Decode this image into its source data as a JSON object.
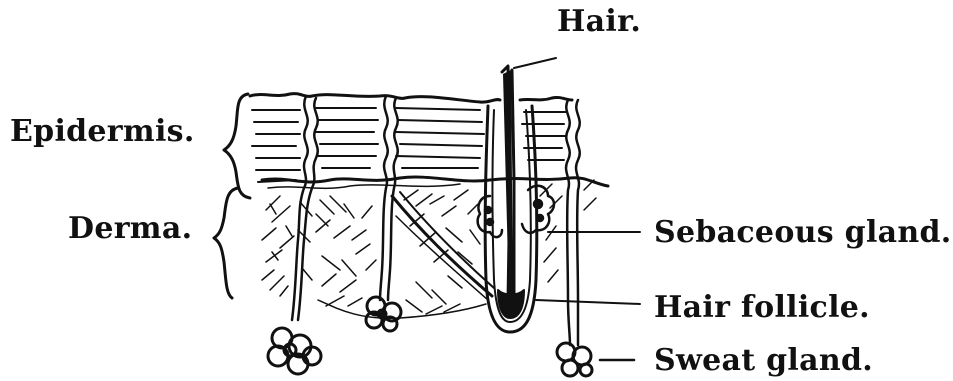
{
  "labels": {
    "hair": "Hair.",
    "epidermis": "Epidermis.",
    "derma": "Derma.",
    "sebaceous_gland": "Sebaceous gland.",
    "hair_follicle": "Hair follicle.",
    "sweat_gland": "Sweat gland."
  },
  "colors": {
    "ink": "#111111",
    "paper": "#ffffff"
  }
}
